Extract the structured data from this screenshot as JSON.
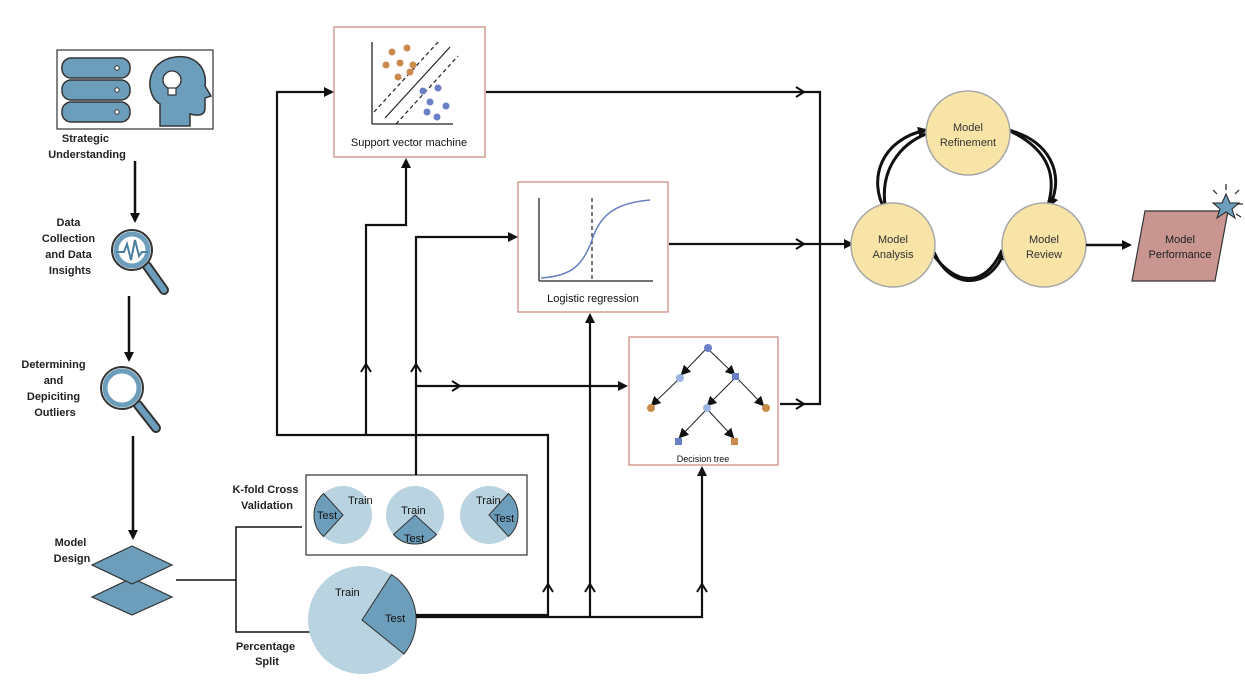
{
  "left_flow": {
    "strategic": [
      "Strategic",
      "Understanding"
    ],
    "collection": [
      "Data",
      "Collection",
      "and Data",
      "Insights"
    ],
    "outliers": [
      "Determining",
      "and",
      "Depiciting",
      "Outliers"
    ],
    "model_design": [
      "Model",
      "Design"
    ]
  },
  "split": {
    "kfold": [
      "K-fold Cross",
      "Validation"
    ],
    "percentage": [
      "Percentage",
      "Split"
    ],
    "train": "Train",
    "test": "Test"
  },
  "models": {
    "svm": "Support vector machine",
    "logistic": "Logistic regression",
    "tree": "Decision tree"
  },
  "cycle": {
    "refinement": [
      "Model",
      "Refinement"
    ],
    "analysis": [
      "Model",
      "Analysis"
    ],
    "review": [
      "Model",
      "Review"
    ],
    "performance": [
      "Model",
      "Performance"
    ]
  },
  "colors": {
    "accent_blue": "#6c9dba",
    "pale_blue": "#b9d3e0",
    "cycle_fill": "#f8e4a6",
    "cycle_stroke": "#a8a8a8",
    "performance_fill": "#c99590",
    "box_border": "#c9857a"
  }
}
